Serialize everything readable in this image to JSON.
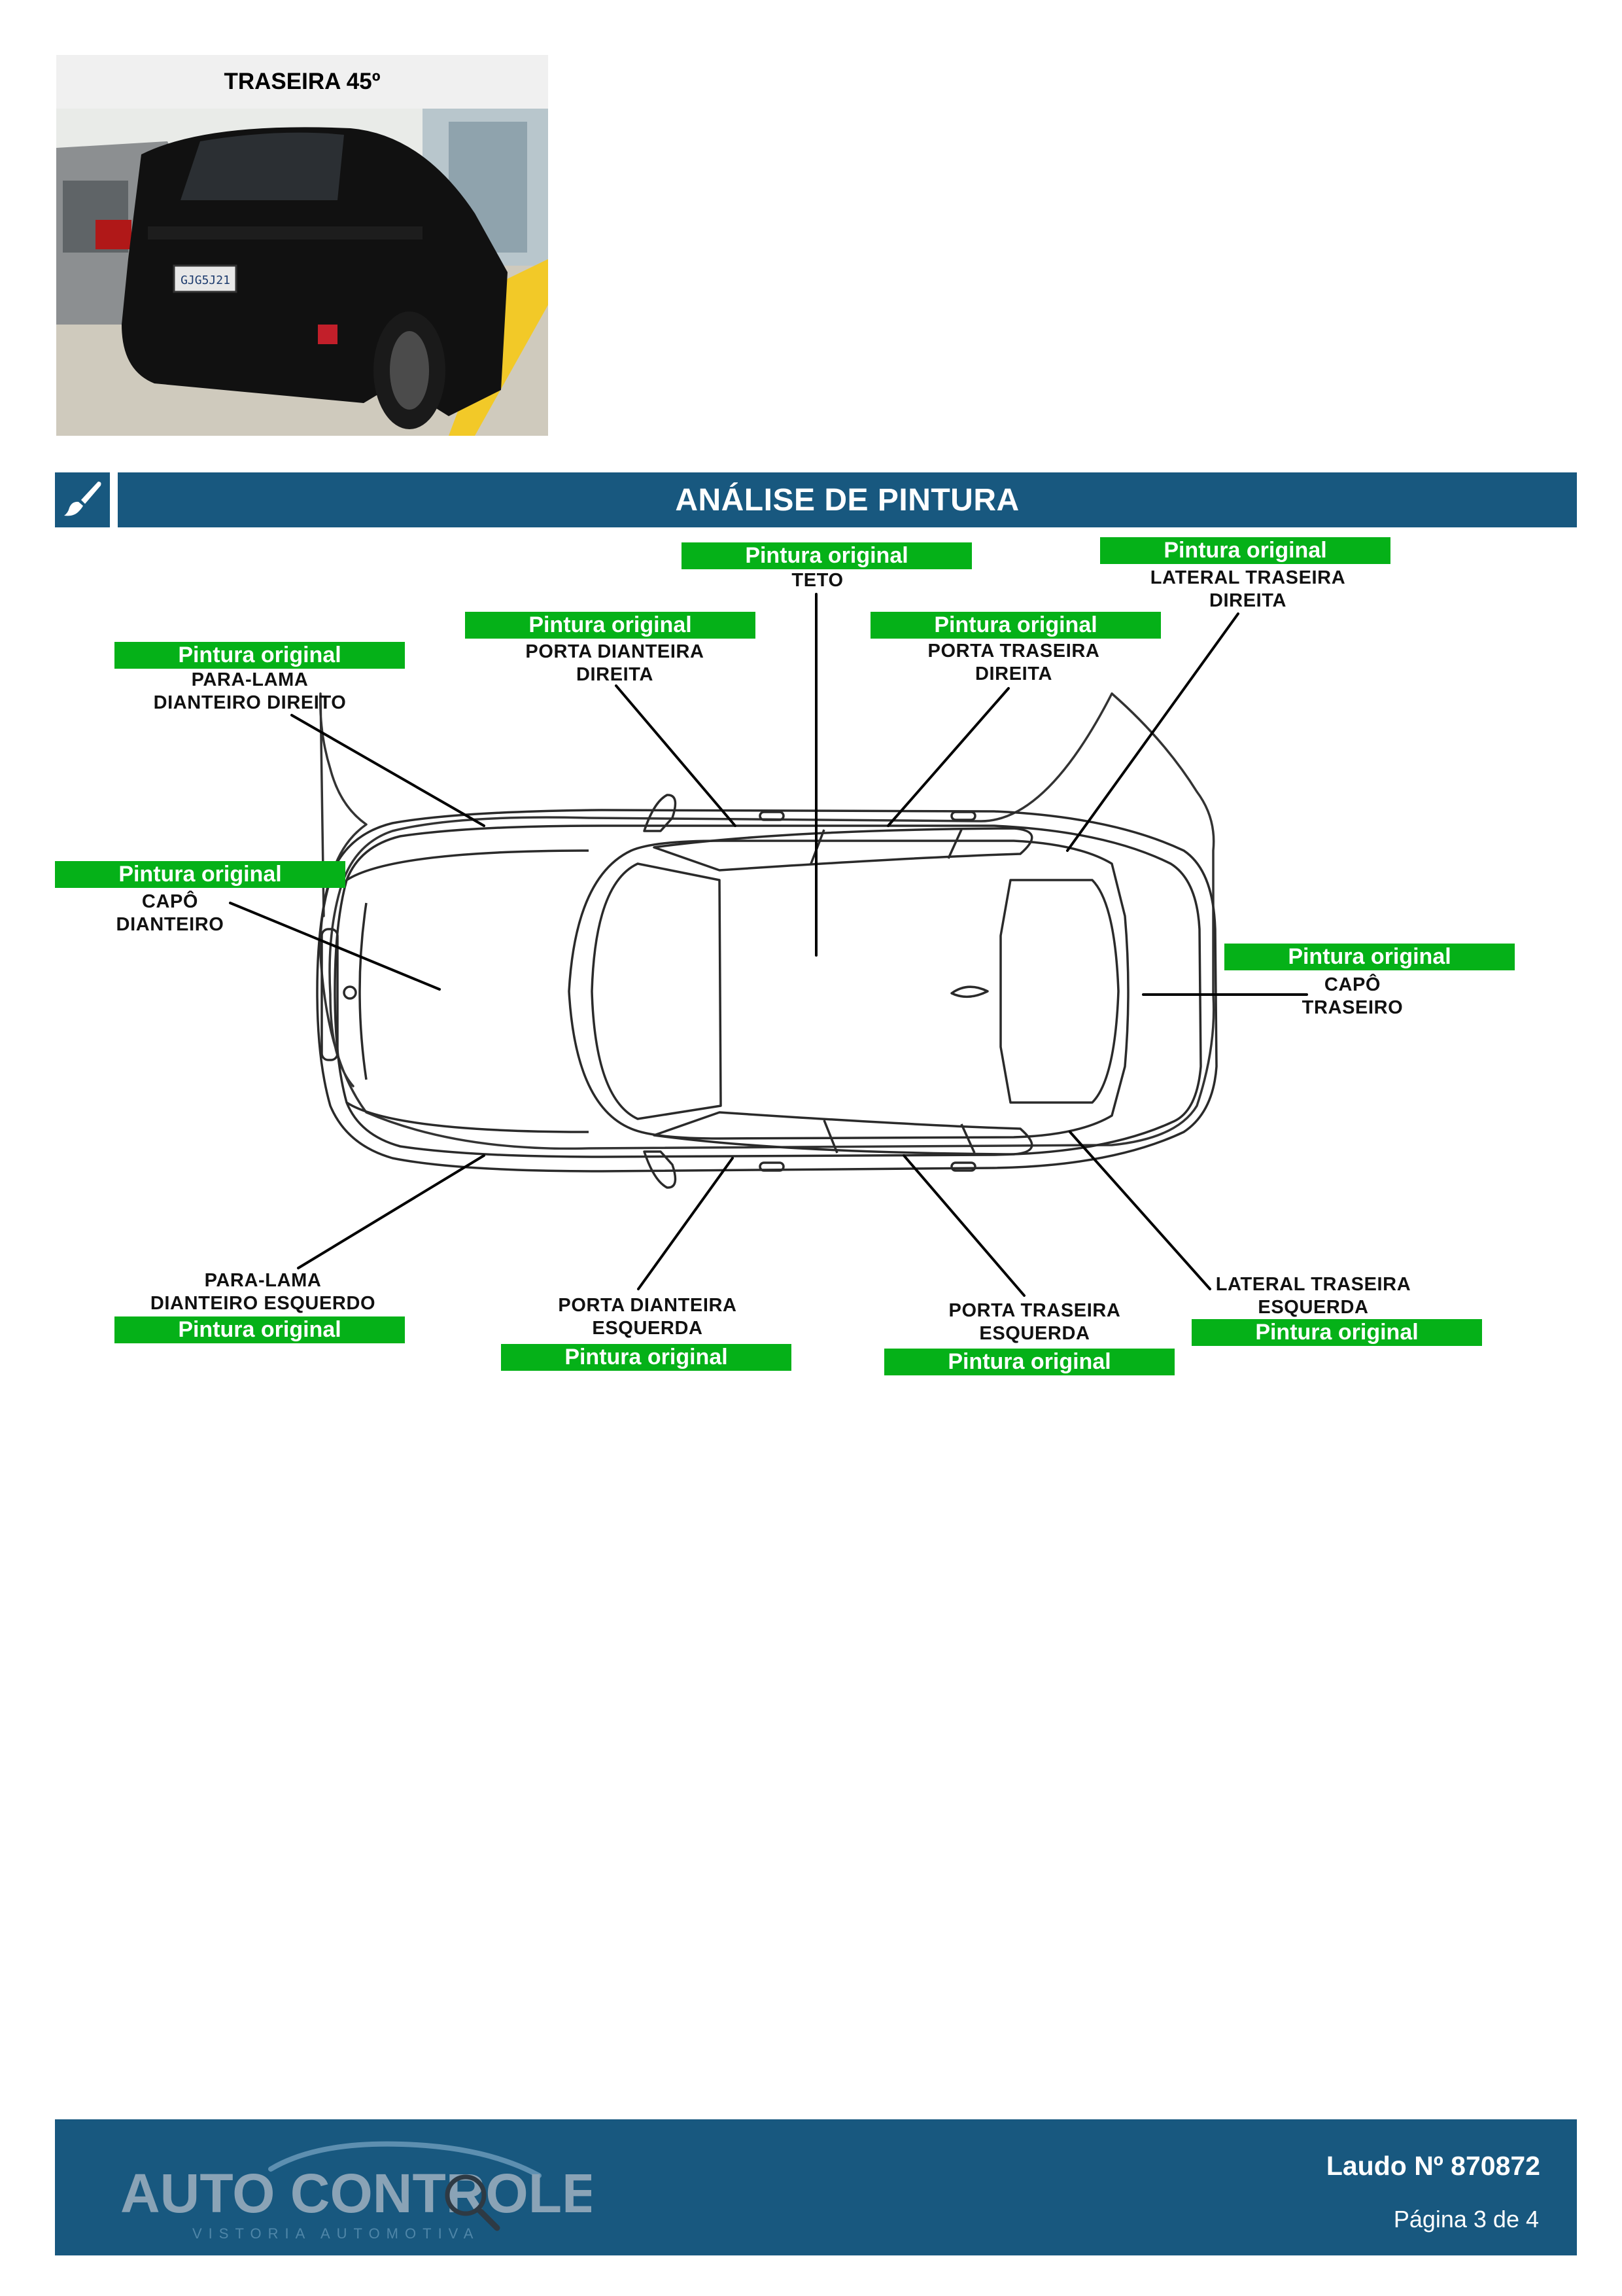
{
  "photo": {
    "title": "TRASEIRA 45º",
    "plate": "GJG5J21"
  },
  "section": {
    "title": "ANÁLISE DE PINTURA"
  },
  "parts": {
    "teto": {
      "status": "Pintura original",
      "name": "TETO"
    },
    "lateral_traseira_direita": {
      "status": "Pintura original",
      "name_l1": "LATERAL TRASEIRA",
      "name_l2": "DIREITA"
    },
    "porta_dianteira_direita": {
      "status": "Pintura original",
      "name_l1": "PORTA DIANTEIRA",
      "name_l2": "DIREITA"
    },
    "porta_traseira_direita": {
      "status": "Pintura original",
      "name_l1": "PORTA TRASEIRA",
      "name_l2": "DIREITA"
    },
    "para_lama_dianteiro_direito": {
      "status": "Pintura original",
      "name_l1": "PARA-LAMA",
      "name_l2": "DIANTEIRO DIREITO"
    },
    "capo_dianteiro": {
      "status": "Pintura original",
      "name_l1": "CAPÔ",
      "name_l2": "DIANTEIRO"
    },
    "capo_traseiro": {
      "status": "Pintura original",
      "name_l1": "CAPÔ",
      "name_l2": "TRASEIRO"
    },
    "para_lama_dianteiro_esquerdo": {
      "status": "Pintura original",
      "name_l1": "PARA-LAMA",
      "name_l2": "DIANTEIRO ESQUERDO"
    },
    "porta_dianteira_esquerda": {
      "status": "Pintura original",
      "name_l1": "PORTA DIANTEIRA",
      "name_l2": "ESQUERDA"
    },
    "porta_traseira_esquerda": {
      "status": "Pintura original",
      "name_l1": "PORTA TRASEIRA",
      "name_l2": "ESQUERDA"
    },
    "lateral_traseira_esquerda": {
      "status": "Pintura original",
      "name_l1": "LATERAL TRASEIRA",
      "name_l2": "ESQUERDA"
    }
  },
  "footer": {
    "logo_line1": "AUTO CONTROLE",
    "logo_line2": "VISTORIA AUTOMOTIVA",
    "laudo": "Laudo Nº 870872",
    "pagina": "Página 3 de 4"
  },
  "colors": {
    "brand_blue": "#18587f",
    "status_green": "#05b118"
  },
  "icons": {
    "section": "paintbrush-icon",
    "logo": "magnifier-icon"
  }
}
